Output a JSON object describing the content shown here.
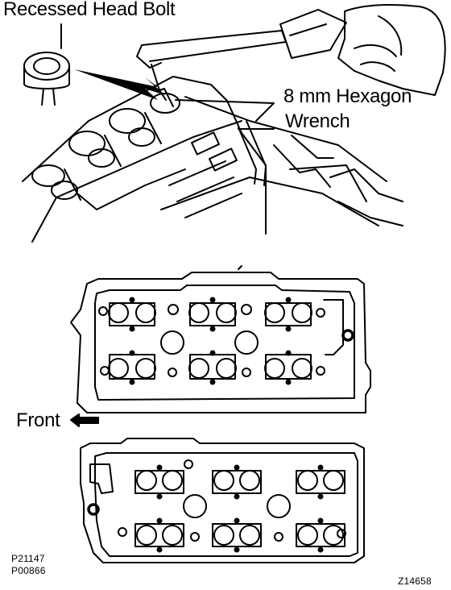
{
  "labels": {
    "recessed_head_bolt": "Recessed Head Bolt",
    "hex_wrench_line1": "8 mm Hexagon",
    "hex_wrench_line2": "Wrench",
    "front": "Front",
    "code_p21147": "P21147",
    "code_p00866": "P00866",
    "code_z14658": "Z14658"
  },
  "colors": {
    "ink": "#000000",
    "paper": "#ffffff"
  }
}
